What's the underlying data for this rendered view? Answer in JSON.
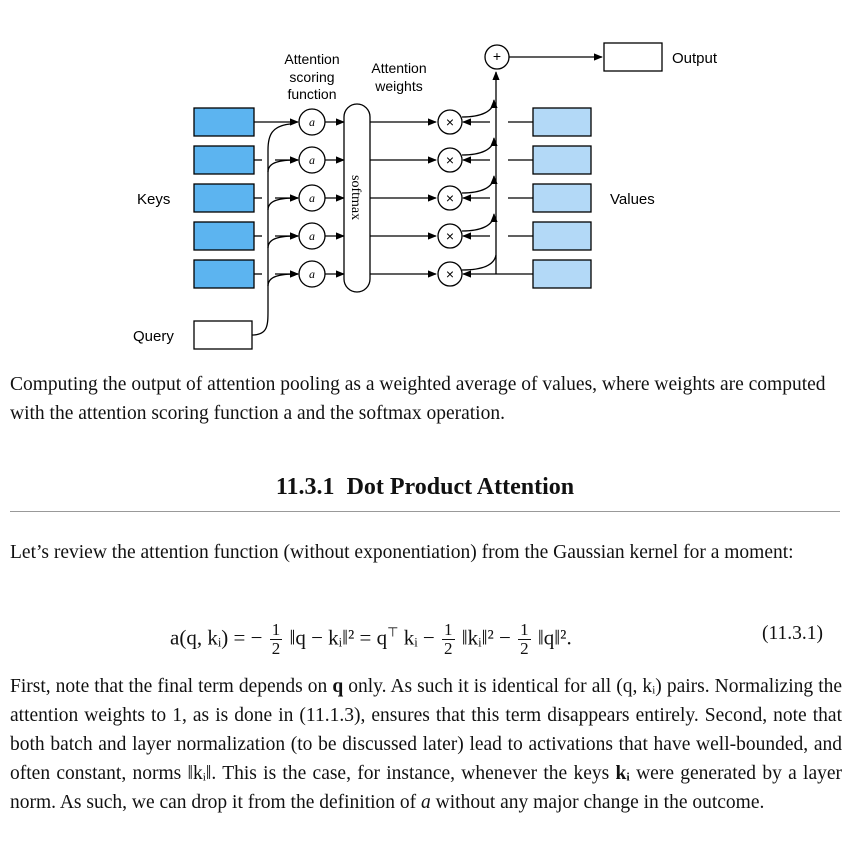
{
  "figure": {
    "labels": {
      "keys": "Keys",
      "query": "Query",
      "values": "Values",
      "output": "Output",
      "scoring": [
        "Attention",
        "scoring",
        "function"
      ],
      "weights": [
        "Attention",
        "weights"
      ],
      "softmax": "softmax",
      "score_symbol": "a",
      "plus_symbol": "+",
      "times_symbol": "×"
    },
    "colors": {
      "key_fill": "#5cb4f0",
      "value_fill": "#b3d9f7",
      "stroke": "#000000"
    }
  },
  "caption": "Computing the output of attention pooling as a weighted average of values, where weights are computed with the attention scoring function a and the softmax operation.",
  "section": {
    "number": "11.3.1",
    "title": "Dot Product Attention"
  },
  "paragraph1": "Let’s review the attention function (without exponentiation) from the Gaussian kernel for a moment:",
  "equation": {
    "number": "(11.3.1)",
    "lhs": "a(q, kᵢ) = −",
    "term1": "‖q − kᵢ‖² = q",
    "term2": "kᵢ −",
    "term3": "‖kᵢ‖² −",
    "term4": "‖q‖².",
    "frac_num": "1",
    "frac_den": "2",
    "transpose": "⊤"
  },
  "paragraph2": {
    "s1": "First, note that the final term depends on",
    "s2": "only. As such it is identical for all",
    "s3": "pairs. Normalizing the attention weights to 1, as is done in (11.1.3), ensures that this term disappears entirely. Second, note that both batch and layer normalization (to be discussed later) lead to activations that have well-bounded, and often constant, norms",
    "s4": ". This is the case, for instance, whenever the keys",
    "s5": "were generated by a layer norm. As such, we can drop it from the definition of",
    "s6": "without any major change in the outcome.",
    "q": "q",
    "pair": "(q, kᵢ)",
    "norm": "‖kᵢ‖",
    "ki": "kᵢ",
    "a": "a"
  }
}
